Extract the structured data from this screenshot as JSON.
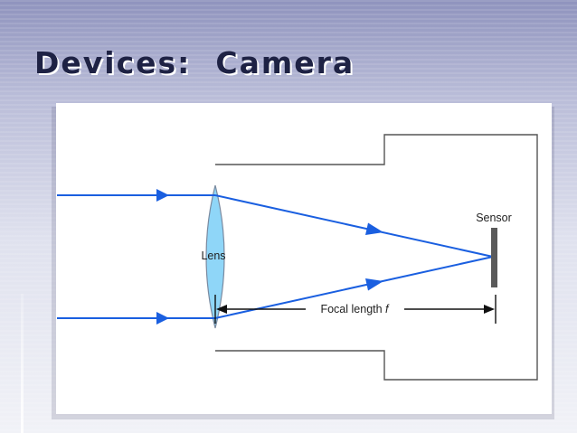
{
  "slide": {
    "title": "Devices:  Camera"
  },
  "diagram": {
    "lens_label": "Lens",
    "sensor_label": "Sensor",
    "focal_label": "Focal length ",
    "focal_symbol": "f"
  },
  "colors": {
    "ray": "#1a5fe0",
    "lens_fill": "#8fd6f8",
    "lens_stroke": "#7a8aa0",
    "body_stroke": "#555555",
    "sensor": "#5a5a5a",
    "title": "#1e2244"
  }
}
